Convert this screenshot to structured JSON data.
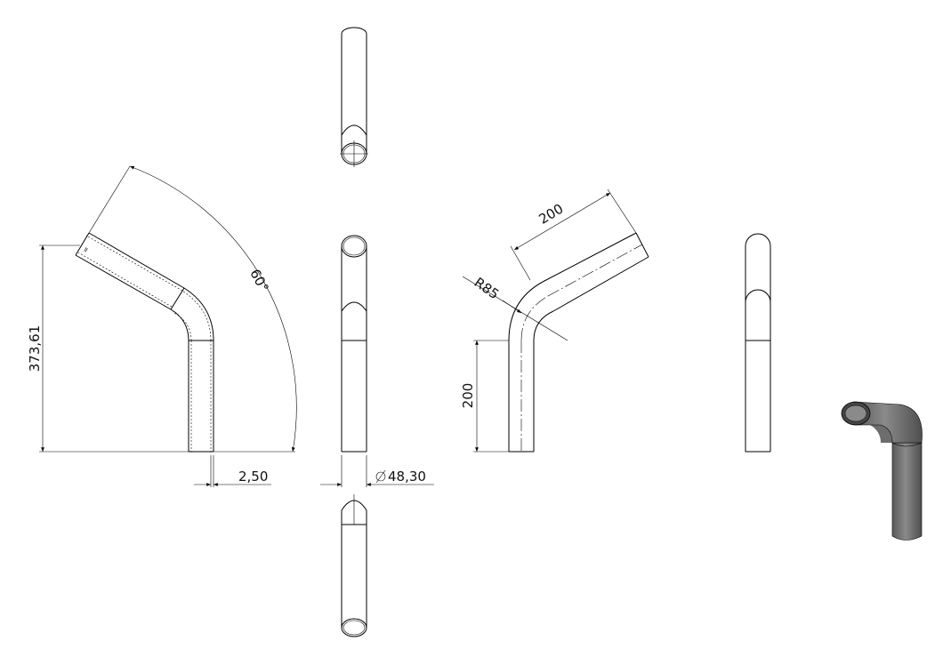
{
  "dimensions": {
    "height_left": "373,61",
    "angle": "60°",
    "wall_thickness": "2,50",
    "diameter": "48,30",
    "radius": "R85",
    "length_top": "200",
    "length_bottom": "200"
  },
  "colors": {
    "line": "#000000",
    "tube_shade": "#777777",
    "tube_dark": "#555555"
  }
}
